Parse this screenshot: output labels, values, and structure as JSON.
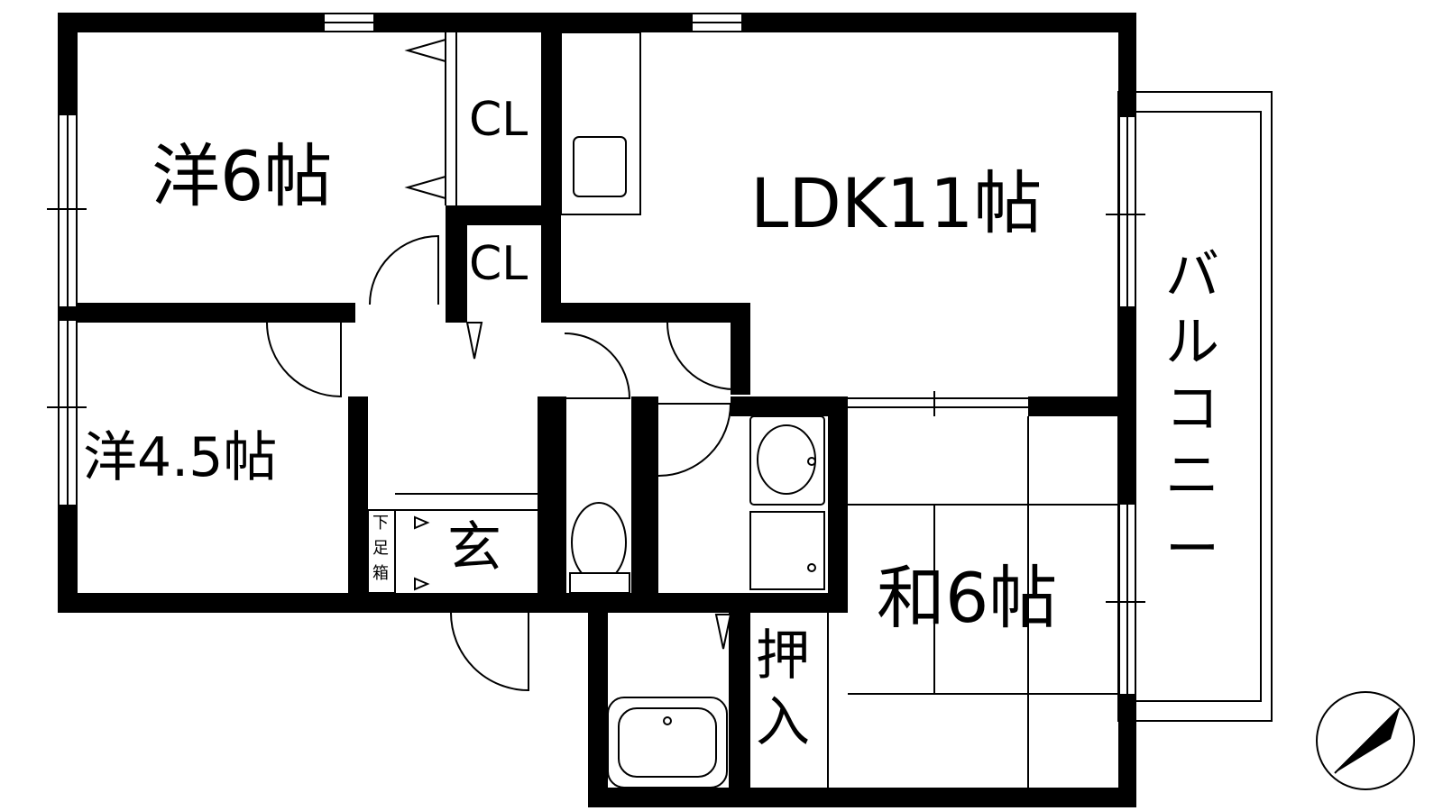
{
  "rooms": {
    "western_6": "洋6帖",
    "ldk": "LDK11帖",
    "western_4_5": "洋4.5帖",
    "japanese_6": "和6帖",
    "closet_upper": "CL",
    "closet_lower": "CL",
    "entrance": "玄",
    "shoe_box_1": "下",
    "shoe_box_2": "足",
    "shoe_box_3": "箱",
    "oshiire_1": "押",
    "oshiire_2": "入",
    "balcony_1": "バ",
    "balcony_2": "ル",
    "balcony_3": "コ",
    "balcony_4": "ニ",
    "balcony_5": "ー"
  },
  "colors": {
    "wall": "#000000",
    "background": "#ffffff"
  },
  "icons": {
    "north": "north-arrow-icon"
  }
}
